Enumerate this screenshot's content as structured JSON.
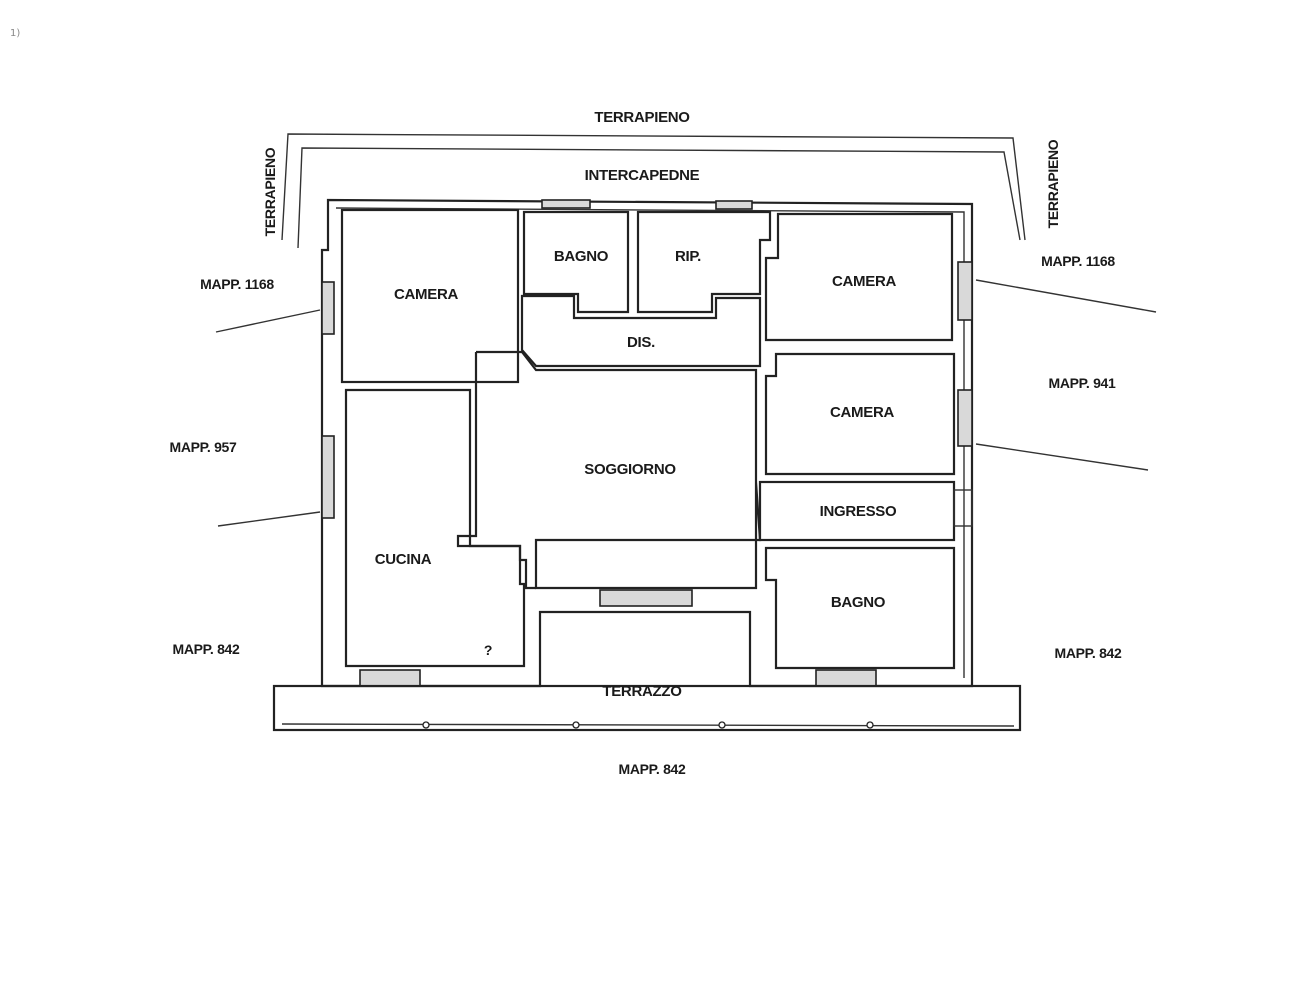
{
  "labels": {
    "terrapieno_top": "TERRAPIENO",
    "terrapieno_left": "TERRAPIENO",
    "terrapieno_right": "TERRAPIENO",
    "intercapedine": "INTERCAPEDNE",
    "camera_nw": "CAMERA",
    "bagno_n": "BAGNO",
    "rip": "RIP.",
    "camera_ne": "CAMERA",
    "dis": "DIS.",
    "camera_e": "CAMERA",
    "soggiorno": "SOGGIORNO",
    "ingresso": "INGRESSO",
    "cucina": "CUCINA",
    "bagno_se": "BAGNO",
    "terrazzo": "TERRAZZO",
    "mapp_1168_left": "MAPP. 1168",
    "mapp_1168_right": "MAPP. 1168",
    "mapp_941": "MAPP. 941",
    "mapp_957": "MAPP. 957",
    "mapp_842_left": "MAPP. 842",
    "mapp_842_right": "MAPP. 842",
    "mapp_842_bottom": "MAPP. 842",
    "corner_mark": "1)",
    "stray_mark": "?"
  }
}
